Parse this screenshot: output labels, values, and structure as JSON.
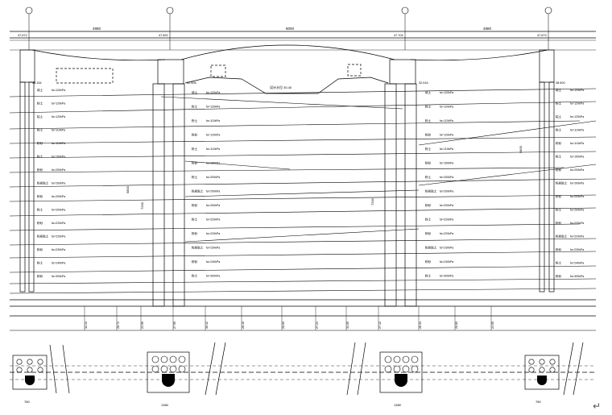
{
  "title": "",
  "span_dims": [
    "4880",
    "8000",
    "4880"
  ],
  "elevations_top": [
    "47.672",
    "47.692",
    "47.704",
    "47.673"
  ],
  "elevations_bent": [
    "38.154",
    "32.506",
    "32.516",
    "38.500"
  ],
  "soil_layers_left_bent": [
    {
      "name": "填土",
      "fa": "fa=120kPa"
    },
    {
      "name": "粉土",
      "fa": "fa=120kPa"
    },
    {
      "name": "粘土",
      "fa": "fa=120kPa"
    },
    {
      "name": "粉土",
      "fa": "fa=110kPa"
    },
    {
      "name": "粉砂",
      "fa": "fa=110kPa"
    },
    {
      "name": "粉土",
      "fa": "fa=150kPa"
    },
    {
      "name": "粉砂",
      "fa": "fa=200kPa"
    },
    {
      "name": "粉质粘土",
      "fa": "fa=200kPa"
    },
    {
      "name": "粉砂",
      "fa": "fa=200kPa"
    },
    {
      "name": "粉土",
      "fa": "fa=200kPa"
    },
    {
      "name": "粉砂",
      "fa": "fa=220kPa"
    },
    {
      "name": "粉质粘土",
      "fa": "fa=220kPa"
    },
    {
      "name": "粉砂",
      "fa": "fa=230kPa"
    },
    {
      "name": "粉土",
      "fa": "fa=240kPa"
    },
    {
      "name": "粉砂",
      "fa": "fa=300kPa"
    }
  ],
  "soil_layers_mid_bent": [
    {
      "name": "填土",
      "fa": "fa=120kPa"
    },
    {
      "name": "粉土",
      "fa": "fa=120kPa"
    },
    {
      "name": "粉土",
      "fa": "fa=110kPa"
    },
    {
      "name": "粉砂",
      "fa": "fa=120kPa"
    },
    {
      "name": "粉土",
      "fa": "fa=110kPa"
    },
    {
      "name": "粉砂",
      "fa": "fa=150kPa"
    },
    {
      "name": "粉土",
      "fa": "fa=200kPa"
    },
    {
      "name": "粉质粘土",
      "fa": "fa=200kPa"
    },
    {
      "name": "粉砂",
      "fa": "fa=200kPa"
    },
    {
      "name": "粉土",
      "fa": "fa=220kPa"
    },
    {
      "name": "粉砂",
      "fa": "fa=220kPa"
    },
    {
      "name": "粉质粘土",
      "fa": "fa=230kPa"
    },
    {
      "name": "粉砂",
      "fa": "fa=240kPa"
    },
    {
      "name": "粉土",
      "fa": "fa=300kPa"
    }
  ],
  "pile_length_labels": [
    "7200",
    "7200",
    "5800",
    "5800"
  ],
  "river_label": "设计水位 30.40",
  "bottom_elevations": [
    "32.13",
    "28.72",
    "24.90",
    "27.55",
    "30.42",
    "28.10",
    "26.65",
    "27.21",
    "31.05",
    "27.42",
    "28.33",
    "26.80",
    "24.55"
  ],
  "foundation_dims": {
    "left": "780",
    "mid_left": "1380",
    "mid_right": "1380",
    "right": "780"
  },
  "corner_mark": "↵"
}
